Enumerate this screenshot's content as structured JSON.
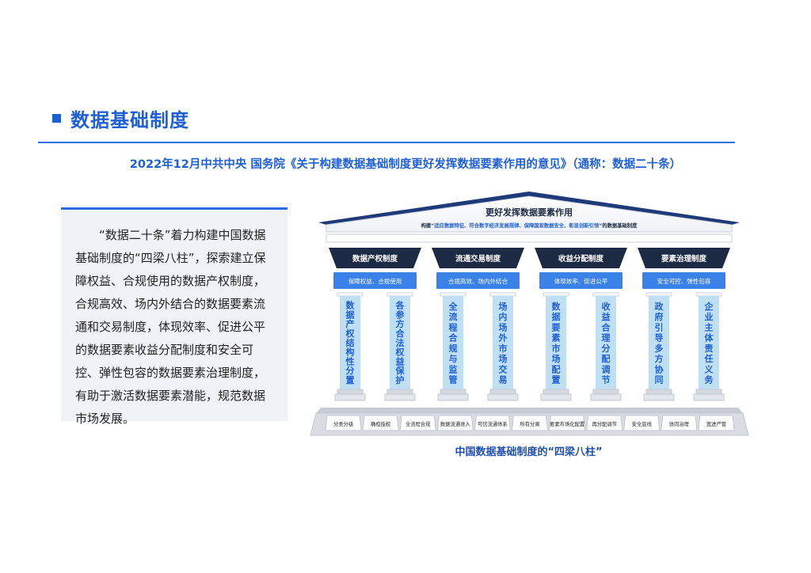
{
  "page": {
    "title": "数据基础制度",
    "subtitle": "2022年12月中共中央 国务院《关于构建数据基础制度更好发挥数据要素作用的意见》（通称：数据二十条）",
    "description": "“数据二十条”着力构建中国数据基础制度的“四梁八柱”，探索建立保障权益、合规使用的数据产权制度，合规高效、场内外结合的数据要素流通和交易制度，体现效率、促进公平的数据要素收益分配制度和安全可控、弹性包容的数据要素治理制度，有助于激活数据要素潜能，规范数据市场发展。"
  },
  "diagram": {
    "roof_title": "更好发挥数据要素作用",
    "roof_subtitle": "构建“适应数据特征、符合数字经济发展规律、保障国家数据安全、彰显创新引领”的数据基础制度",
    "caption": "中国数据基础制度的“四梁八柱”",
    "columns": [
      {
        "name": "数据产权制度",
        "goal": "保障权益、合规使用",
        "pillars": [
          "数据产权结构性分置",
          "各参方合法权益保护"
        ]
      },
      {
        "name": "流通交易制度",
        "goal": "合规高效、场内外结合",
        "pillars": [
          "全流程合规与监管",
          "场内场外市场交易"
        ]
      },
      {
        "name": "收益分配制度",
        "goal": "体现效率、促进公平",
        "pillars": [
          "数据要素市场配置",
          "收益合理分配调节"
        ]
      },
      {
        "name": "要素治理制度",
        "goal": "安全可控、弹性包容",
        "pillars": [
          "政府引导多方协同",
          "企业主体责任义务"
        ]
      }
    ],
    "base_items": [
      "分类分级",
      "确权授权",
      "全流程合规",
      "数据流通准入",
      "可信流通体系",
      "所有分离",
      "要素市场化配置",
      "再分配调节",
      "安全底线",
      "协同治理",
      "宽进严管"
    ],
    "colors": {
      "accent": "#1f5fd6",
      "header_dark": "#1d2a44",
      "goal_blue": "#3a82e8",
      "pillar_fill": "#bfe0f4",
      "pillar_text": "#1f5fd6",
      "stone": "#d9dde3"
    }
  }
}
